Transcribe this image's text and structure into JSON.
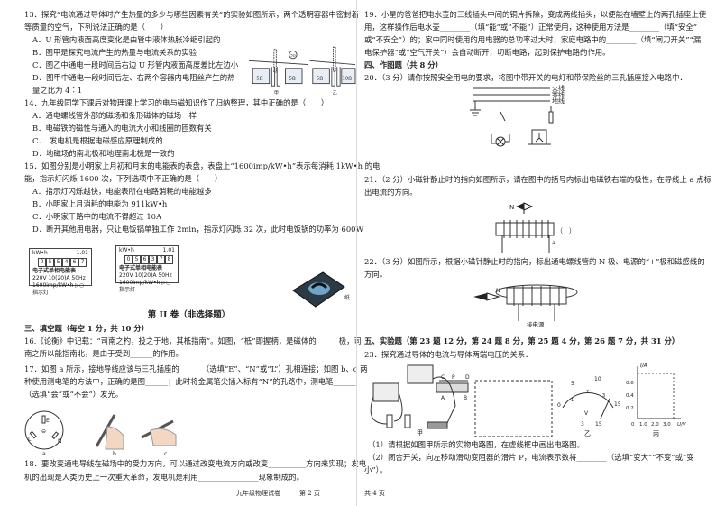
{
  "left": {
    "q13": [
      "13．探究“电流通过导体时产生热量的多少与哪些因素有关”的实验如图所示，两个透明容器中密封着",
      "等质量的空气，下列说法正确的是（　　）",
      "A．U 形管内液面高度变化是由管中液体热胀冷缩引起的",
      "B．图甲是探究电流产生的热量与电流关系的实验",
      "C．图乙中通电一段时间后右边 U 形管内液面高度差比左边小",
      "D．图甲中通电一段时间后左、右两个容器内电阻丝产生的热",
      "量之比为 4∶1"
    ],
    "q13_fig": {
      "r1": "5Ω",
      "r2": "5Ω",
      "r3": "5Ω",
      "r4": "5Ω",
      "r5": "10Ω",
      "label_a": "甲",
      "label_b": "乙"
    },
    "q14": [
      "14．九年级同学下课后对物理课上学习的电与磁知识作了归纳整理，其中正确的是（　　）",
      "A．通电螺线管外部的磁场和条形磁体的磁场一样",
      "B．电磁铁的磁性与通入的电流大小和线圈的匝数有关",
      "C．　发电机是根据电磁感应原理制成的",
      "D．地磁场的南北极和地理南北极是一致的"
    ],
    "q15": [
      "15．如图分别是小明家上月初和月末的电能表的表盘，表盘上“1600imp/kW•h”表示每消耗 1kW•h 的电",
      "能，指示灯闪烁 1600 次，下列选项中不正确的是（　　）",
      "A．指示灯闪烁越快，电能表所在电路消耗的电能越多",
      "B．小明家上月消耗的电能为 911kW•h",
      "C．小明家干路中的电流不得超过 10A",
      "D．断开其他用电器，只让电饭锅单独工作 2min，指示灯闪烁 32 次，此时电饭锅的功率为 600W"
    ],
    "meters": [
      {
        "unit": "kW•h",
        "code": "1.01",
        "digits": [
          "0",
          "5",
          "5",
          "4",
          "6",
          "7"
        ],
        "name": "电子式单相电能表",
        "spec": "220V 10(20)A 50Hz",
        "imp": "1600imp/kW•h",
        "lamp": "指示灯"
      },
      {
        "unit": "kW•h",
        "code": "1.01",
        "digits": [
          "0",
          "5",
          "6",
          "3",
          "7",
          "8"
        ],
        "name": "电子式单相电能表",
        "spec": "220V 10(20)A 50Hz",
        "imp": "1600imp/kW•h",
        "lamp": "指示灯"
      }
    ],
    "compass_label": "纸",
    "part2_title": "第 II 卷（非选择题）",
    "sec3_title": "三、填空题（每空 1 分，共 10 分）",
    "q16": [
      "16.《论衡》中记载：“司南之杓，投之于地，其柢指南”。如图，“柢”即握柄，是磁体的______极，司",
      "南之所以能指南北，是由于受到______的作用。"
    ],
    "q17": [
      "17．如图 a 所示，接地导线应该与三孔插座的______（选填“E”、“N”或“L”）孔相连接；如图 b、c 两",
      "种使用测电笔的方法中，正确的是图______；此时将金属笔尖插入标有“N”的孔路中，测电笔______",
      "（选填“会”或“不会”）发光。"
    ],
    "q17_fig": {
      "e": "E",
      "l": "L",
      "n": "N",
      "a": "a",
      "b": "b",
      "c": "c"
    },
    "q18": [
      "18．要改变通电导线在磁场中的受力方向，可以通过改变电流方向或改变__________方向来实现；发电",
      "机的出现是人类历史上一次重大革命，发电机是利用________________现象制成的。"
    ],
    "footer": "九年级物理试卷　　　第 2 页"
  },
  "right": {
    "q19": [
      "19．小星的爸爸把电水壶的三线插头中间的铜片拆除，变成两线插头，以便能在墙壁上的两孔插座上使",
      "用，这样操作后电水壶________（填“能”或“不能”）正常使用，这种使用方法是________（填“安全”",
      "或“不安全”）的；家中同时使用的用电器的总功率过大时，家庭电路中的________（填“闸刀开关”“漏",
      "电保护器”或“空气开关”）会自动断开，切断电路，起到保护电路的作用。"
    ],
    "sec4_title": "四、作图题（共 8 分）",
    "q20": [
      "20．（3 分）请你按照安全用电的要求，将图中带开关的电灯和带保险丝的三孔插座接入电路中．"
    ],
    "q20_fig": {
      "live": "火线",
      "neutral": "零线",
      "ground": "地线"
    },
    "q21": [
      "21．（2 分）小磁针静止时的指向如图所示，请在图中的括号内标出电磁铁右端的极性，在导线上 a 点标",
      "出电流的方向。"
    ],
    "q21_fig": {
      "n": "N",
      "bracket": "（　）",
      "a": "a"
    },
    "q22": [
      "22．（3 分）如图所示，根据小磁针静止时的指向，标出通电螺线管的 N 极、电源的“+”极和磁感线的",
      "方向。"
    ],
    "q22_fig": {
      "n": "N",
      "power": "接电源"
    },
    "sec5_title": "五、实验题（第 23 题 12 分，第 24 题 8 分，第 25 题 4 分，第 26 题 7 分，共 31 分）",
    "q23": [
      "23．探究通过导体的电流与导体两端电压的关系．"
    ],
    "q23_fig": {
      "jia": "甲",
      "yi": "乙",
      "bing": "丙",
      "c": "C",
      "p": "P",
      "d": "D",
      "a": "A",
      "bb": "B",
      "v": "V",
      "t3": "3",
      "t15": "15",
      "s5": "5",
      "s10": "10",
      "s15": "15",
      "s0": "0",
      "m1": "1",
      "m2": "2",
      "m3": "3",
      "yaxis": "I/A",
      "xaxis": "U/V",
      "y06": "0.6",
      "y04": "0.4",
      "y02": "0.2",
      "origin": "0",
      "x1": "1.0",
      "x2": "2.0",
      "x3": "3.0"
    },
    "q23_sub": [
      "（1）请根据如图甲所示的实物电路图，在虚线框中画出电路图。",
      "（2）闭合开关，向左移动滑动变阻器的滑片 P，电流表示数将________（选填“变大”“不变”或“变",
      "小”）。"
    ],
    "footer": "共 4 页"
  }
}
